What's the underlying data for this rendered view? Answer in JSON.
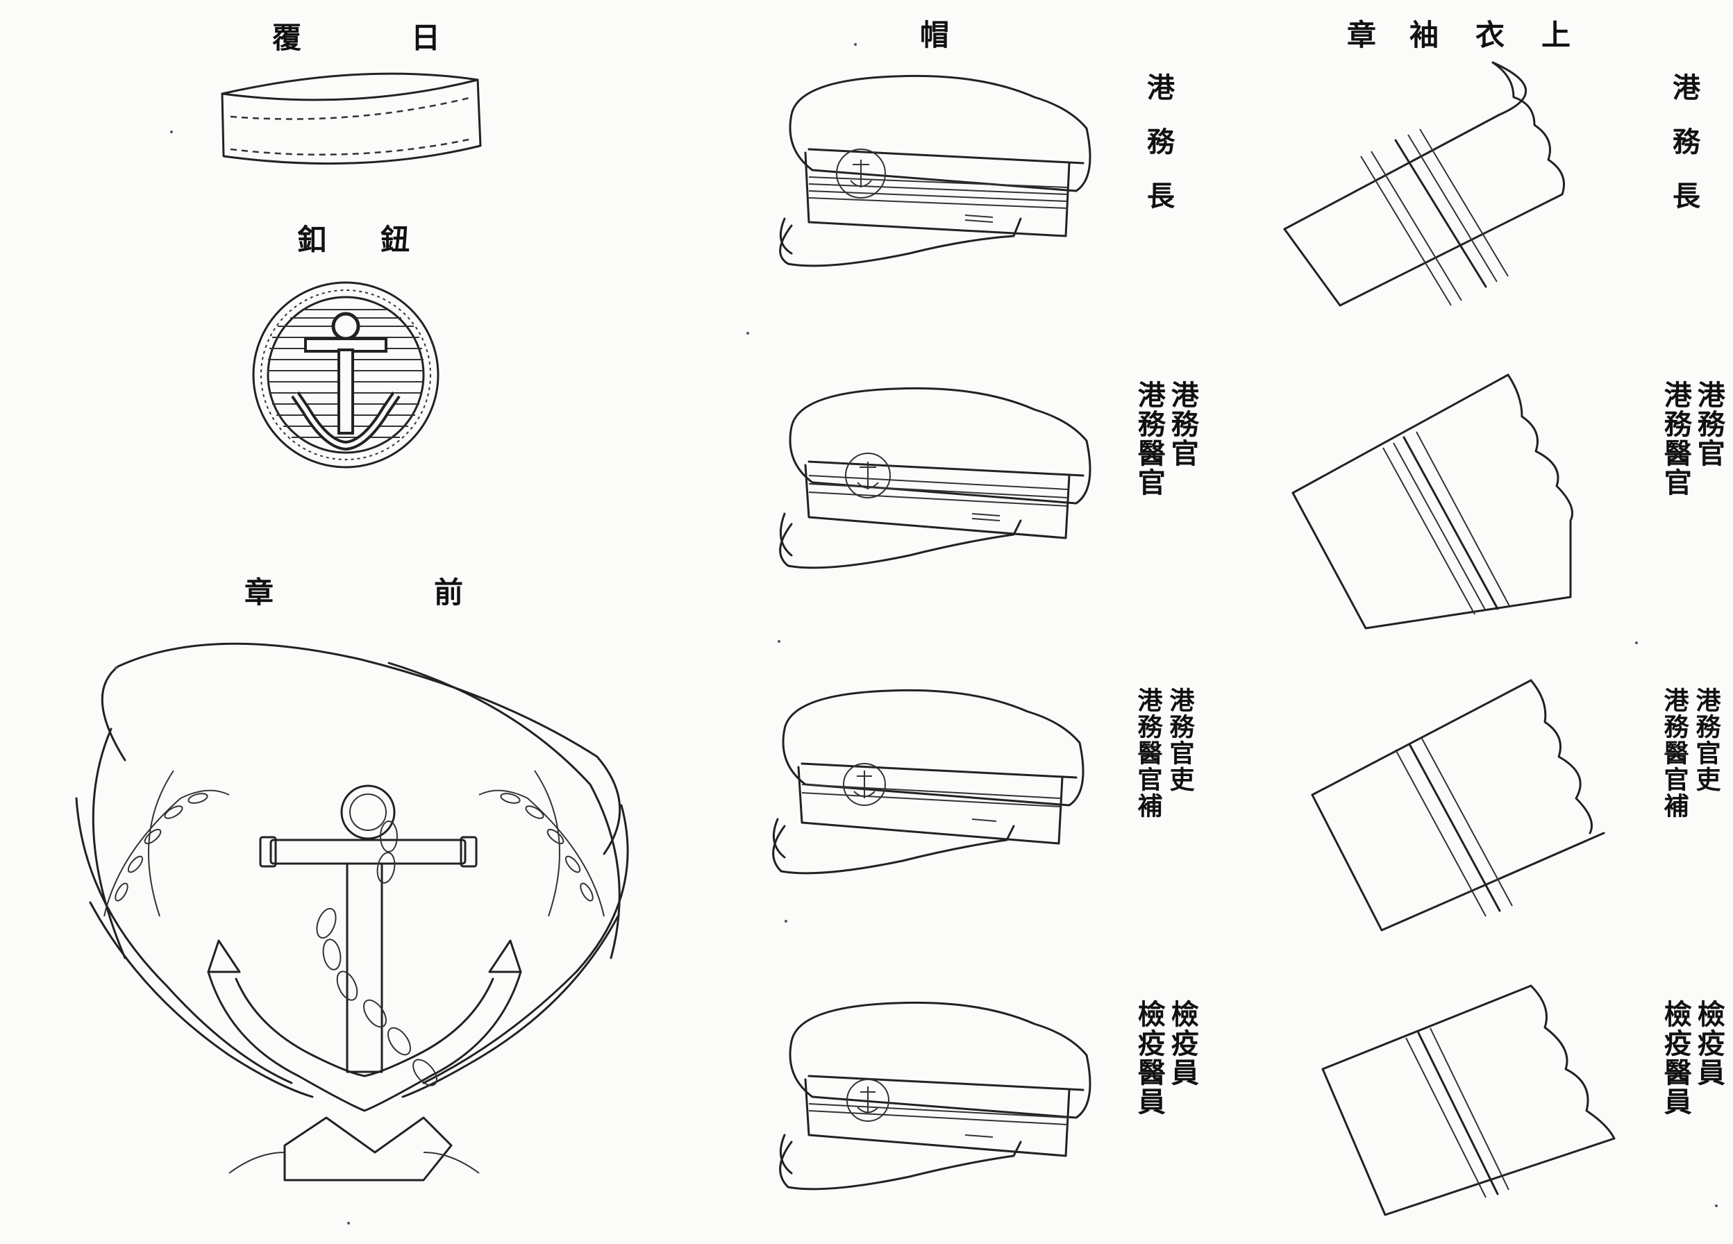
{
  "headings": {
    "ooi_1": "日",
    "ooi_2": "覆",
    "botan_1": "鈕",
    "botan_2": "釦",
    "maesho_1": "前",
    "maesho_2": "章",
    "boushi": "帽",
    "sode": [
      "上",
      "衣",
      "袖",
      "章"
    ]
  },
  "cap_labels": [
    {
      "right": "港務長",
      "left": ""
    },
    {
      "right": "港務官",
      "left": "港務醫官"
    },
    {
      "right": "港務官吏",
      "left": "港務醫官補"
    },
    {
      "right": "檢疫員",
      "left": "檢疫醫員"
    }
  ],
  "sleeve_labels": [
    {
      "right": "港務長",
      "left": ""
    },
    {
      "right": "港務官",
      "left": "港務醫官"
    },
    {
      "right": "港務官吏",
      "left": "港務醫官補"
    },
    {
      "right": "檢疫員",
      "left": "檢疫醫員"
    }
  ]
}
